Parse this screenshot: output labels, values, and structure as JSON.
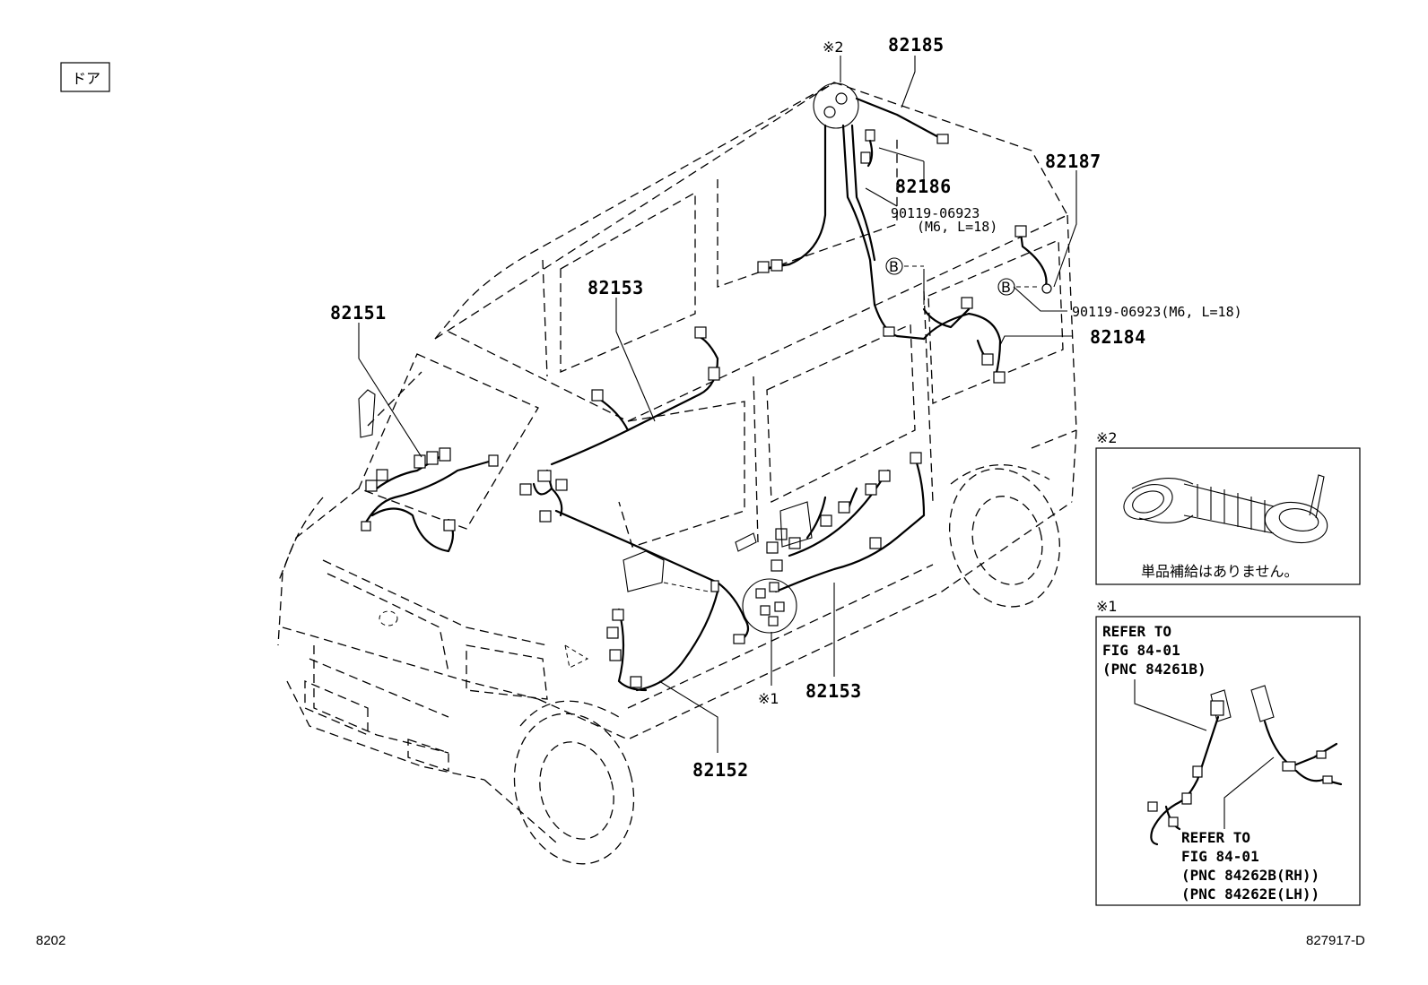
{
  "section_tag": "ドア",
  "page_code": "8202",
  "drawing_no": "827917-D",
  "callouts": {
    "p82151": "82151",
    "p82152": "82152",
    "p82153_upper": "82153",
    "p82153_lower": "82153",
    "p82184": "82184",
    "p82185": "82185",
    "p82186": "82186",
    "p82187": "82187",
    "bolt_a": "90119-06923",
    "bolt_a_spec": "(M6, L=18)",
    "bolt_b": "90119-06923(M6, L=18)",
    "mark_b": "B",
    "ref2": "※2",
    "ref1": "※1"
  },
  "inset2": {
    "mark": "※2",
    "note": "単品補給はありません。"
  },
  "inset1": {
    "mark": "※1",
    "refer_a": [
      "REFER TO",
      "FIG 84-01",
      "(PNC 84261B)"
    ],
    "refer_b": [
      "REFER TO",
      "FIG 84-01",
      "(PNC 84262B(RH))",
      "(PNC 84262E(LH))"
    ]
  }
}
